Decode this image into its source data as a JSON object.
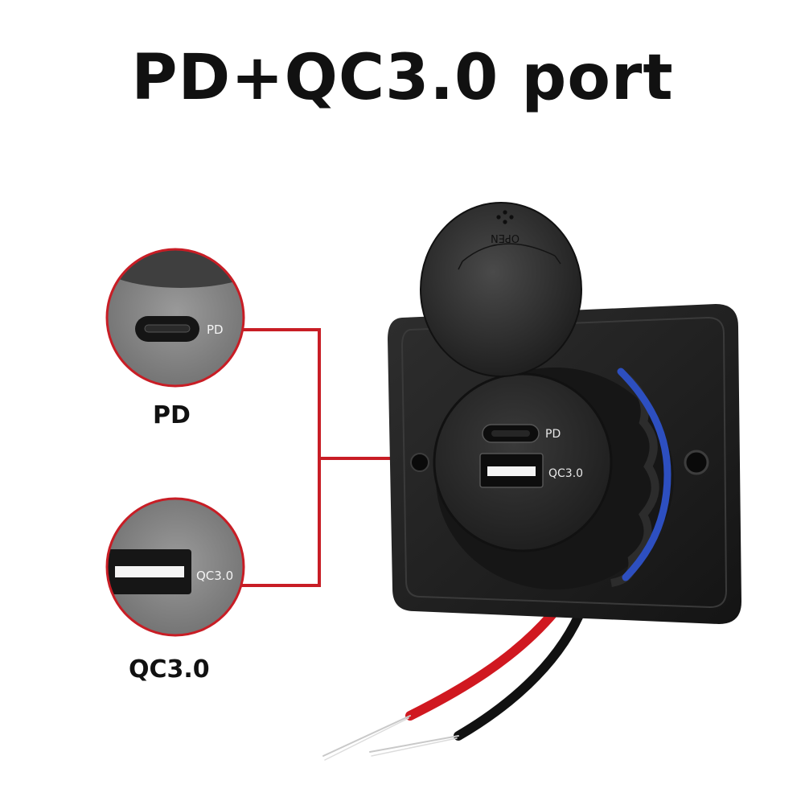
{
  "title": "PD+QC3.0 port",
  "captions": {
    "pd": "PD",
    "qc": "QC3.0"
  },
  "port_labels": {
    "pd": "PD",
    "qc": "QC3.0"
  },
  "cap_text": "OPEN",
  "colors": {
    "callout_line": "#c81d25",
    "callout_ring": "#c81d25",
    "panel": "#1e1e1e",
    "blue_led": "#2d4fc0",
    "red_wire": "#d01820",
    "black_wire": "#111111"
  }
}
